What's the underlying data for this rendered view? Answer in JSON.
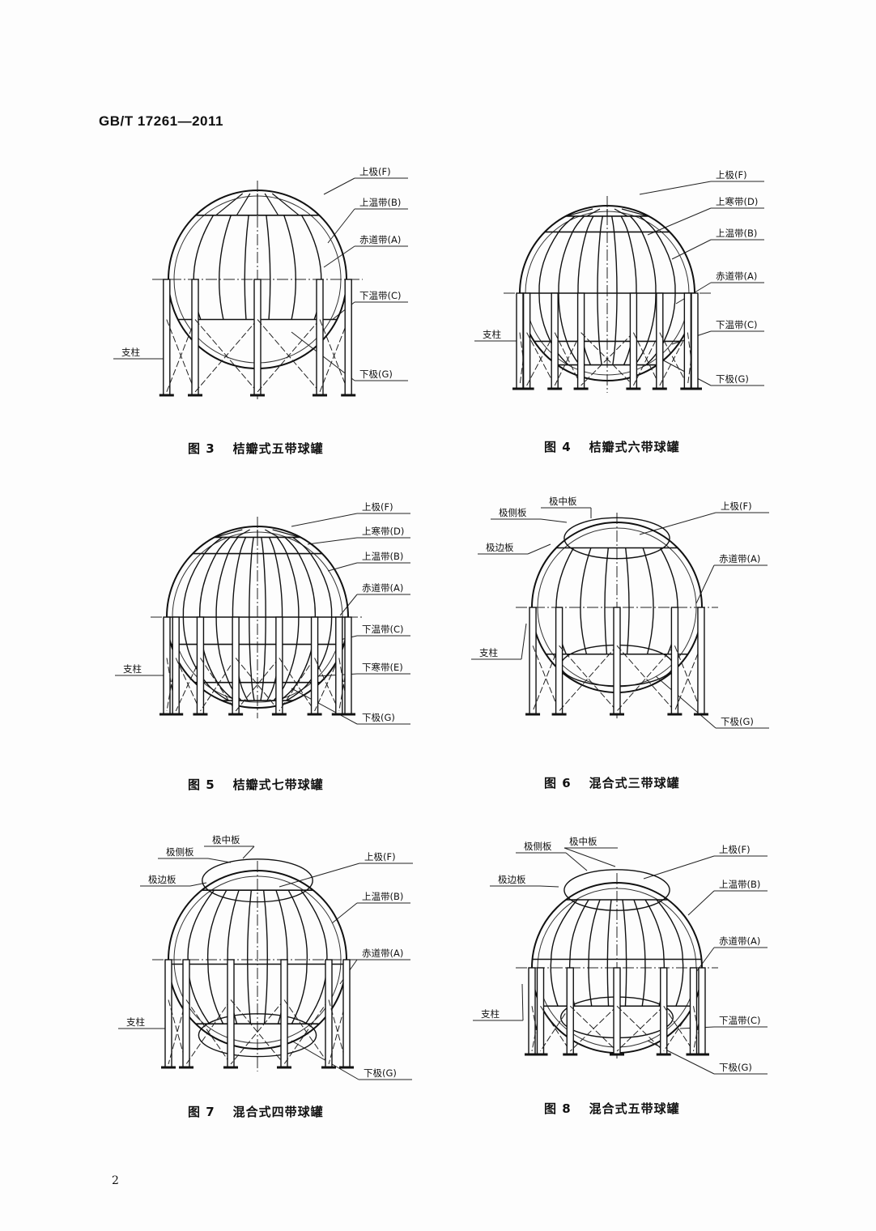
{
  "header": {
    "standard_code": "GB/T 17261—2011"
  },
  "page_number": "2",
  "figures": [
    {
      "number": "图 3",
      "title": "桔瓣式五带球罐",
      "labels": [
        "上极(F)",
        "上温带(B)",
        "赤道带(A)",
        "下温带(C)",
        "下极(G)",
        "支柱"
      ]
    },
    {
      "number": "图 4",
      "title": "桔瓣式六带球罐",
      "labels": [
        "上极(F)",
        "上寒带(D)",
        "上温带(B)",
        "赤道带(A)",
        "下温带(C)",
        "下极(G)",
        "支柱"
      ]
    },
    {
      "number": "图 5",
      "title": "桔瓣式七带球罐",
      "labels": [
        "上极(F)",
        "上寒带(D)",
        "上温带(B)",
        "赤道带(A)",
        "下温带(C)",
        "下寒带(E)",
        "下极(G)",
        "支柱"
      ]
    },
    {
      "number": "图 6",
      "title": "混合式三带球罐",
      "labels": [
        "极中板",
        "极侧板",
        "极边板",
        "上极(F)",
        "赤道带(A)",
        "支柱",
        "下极(G)"
      ]
    },
    {
      "number": "图 7",
      "title": "混合式四带球罐",
      "labels": [
        "极中板",
        "极侧板",
        "极边板",
        "上极(F)",
        "上温带(B)",
        "赤道带(A)",
        "支柱",
        "下极(G)"
      ]
    },
    {
      "number": "图 8",
      "title": "混合式五带球罐",
      "labels": [
        "极侧板",
        "极中板",
        "极边板",
        "上极(F)",
        "上温带(B)",
        "赤道带(A)",
        "下温带(C)",
        "下极(G)",
        "支柱"
      ]
    }
  ]
}
